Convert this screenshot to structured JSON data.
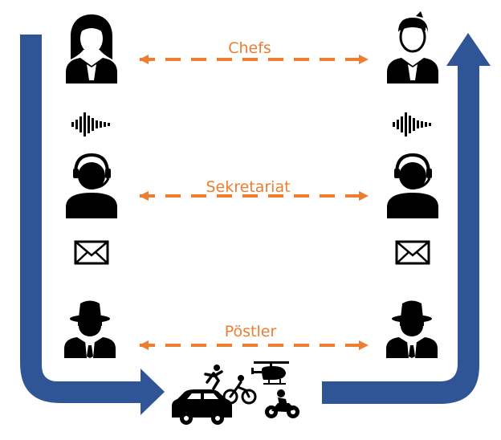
{
  "levels": [
    {
      "label": "Chefs"
    },
    {
      "label": "Sekretariat"
    },
    {
      "label": "Pöstler"
    }
  ],
  "colors": {
    "flow_arrow": "#2F5597",
    "dashed_link": "#ED7D31",
    "icons": "#000000"
  },
  "icons": {
    "left": [
      "woman-boss-icon",
      "sound-wave-icon",
      "headset-operator-icon",
      "envelope-icon",
      "agent-hat-icon"
    ],
    "right": [
      "man-boss-icon",
      "sound-wave-icon",
      "headset-operator-icon",
      "envelope-icon",
      "agent-hat-icon"
    ],
    "transport": [
      "runner-icon",
      "cyclist-icon",
      "helicopter-icon",
      "car-icon",
      "motorcycle-icon"
    ]
  }
}
